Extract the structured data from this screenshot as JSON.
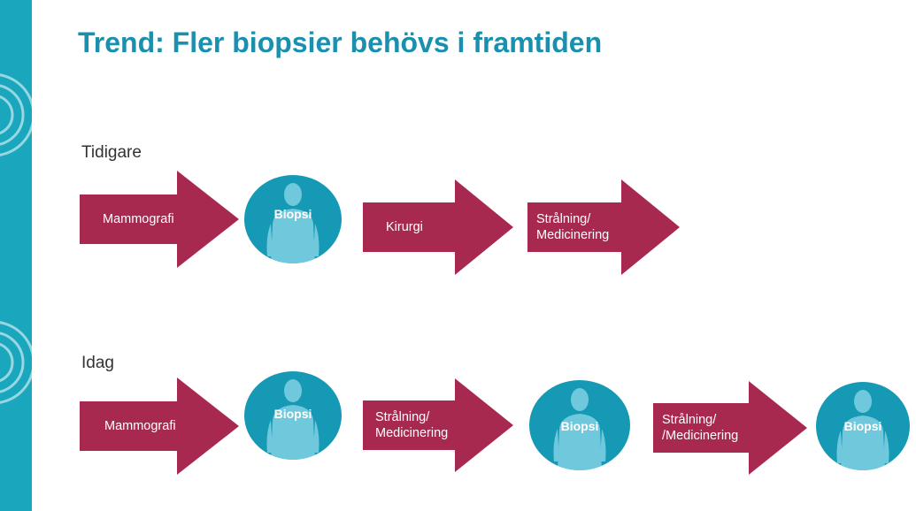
{
  "title": "Trend: Fler biopsier behövs i framtiden",
  "colors": {
    "accent": "#1a8fae",
    "arrow": "#a8294f",
    "circle": "#1699b5",
    "figure": "#8fd8ea",
    "sidebar": "#1aa6bd"
  },
  "rows": {
    "tidigare": {
      "label": "Tidigare",
      "steps": [
        "Mammografi",
        "Biopsi",
        "Kirurgi",
        "Strålning/\nMedicinering"
      ]
    },
    "idag": {
      "label": "Idag",
      "steps": [
        "Mammografi",
        "Biopsi",
        "Strålning/\nMedicinering",
        "Biopsi",
        "Strålning/\n/Medicinering",
        "Biopsi"
      ]
    }
  }
}
